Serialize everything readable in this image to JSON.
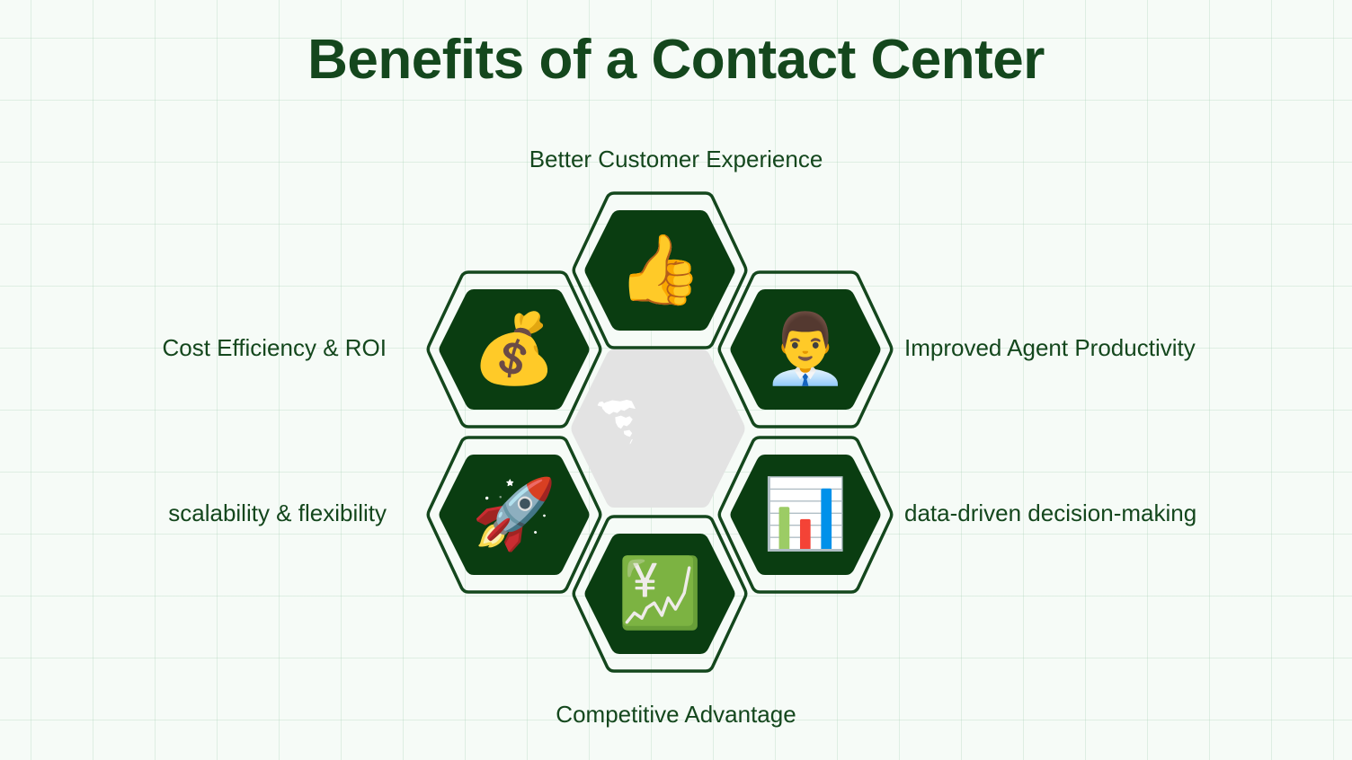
{
  "page": {
    "title": "Benefits of a Contact Center",
    "title_color": "#14471d",
    "background_color": "#f6fbf7",
    "grid_color": "#a0cdaf",
    "hex_fill_color": "#0a3d11",
    "hex_stroke_color": "#14471d",
    "center_hex_color": "#e3e3e3",
    "center_map_color": "#ffffff"
  },
  "center": {
    "icon": "world-map-icon",
    "label": ""
  },
  "benefits": [
    {
      "id": "better-customer-experience",
      "label": "Better Customer Experience",
      "icon": "thumbs-up-stars-icon",
      "glyph": "👍",
      "position": "top"
    },
    {
      "id": "improved-agent-productivity",
      "label": "Improved Agent Productivity",
      "icon": "business-agent-icon",
      "glyph": "👨‍💼",
      "position": "upper-right"
    },
    {
      "id": "data-driven-decision-making",
      "label": "data-driven decision-making",
      "icon": "analytics-dashboard-icon",
      "glyph": "📊",
      "position": "lower-right"
    },
    {
      "id": "competitive-advantage",
      "label": "Competitive Advantage",
      "icon": "growth-monitor-coins-icon",
      "glyph": "💹",
      "position": "bottom"
    },
    {
      "id": "scalability-flexibility",
      "label": "scalability & flexibility",
      "icon": "rocket-scale-icon",
      "glyph": "🚀",
      "position": "lower-left"
    },
    {
      "id": "cost-efficiency-roi",
      "label": "Cost Efficiency & ROI",
      "icon": "money-bag-hand-icon",
      "glyph": "💰",
      "position": "upper-left"
    }
  ]
}
